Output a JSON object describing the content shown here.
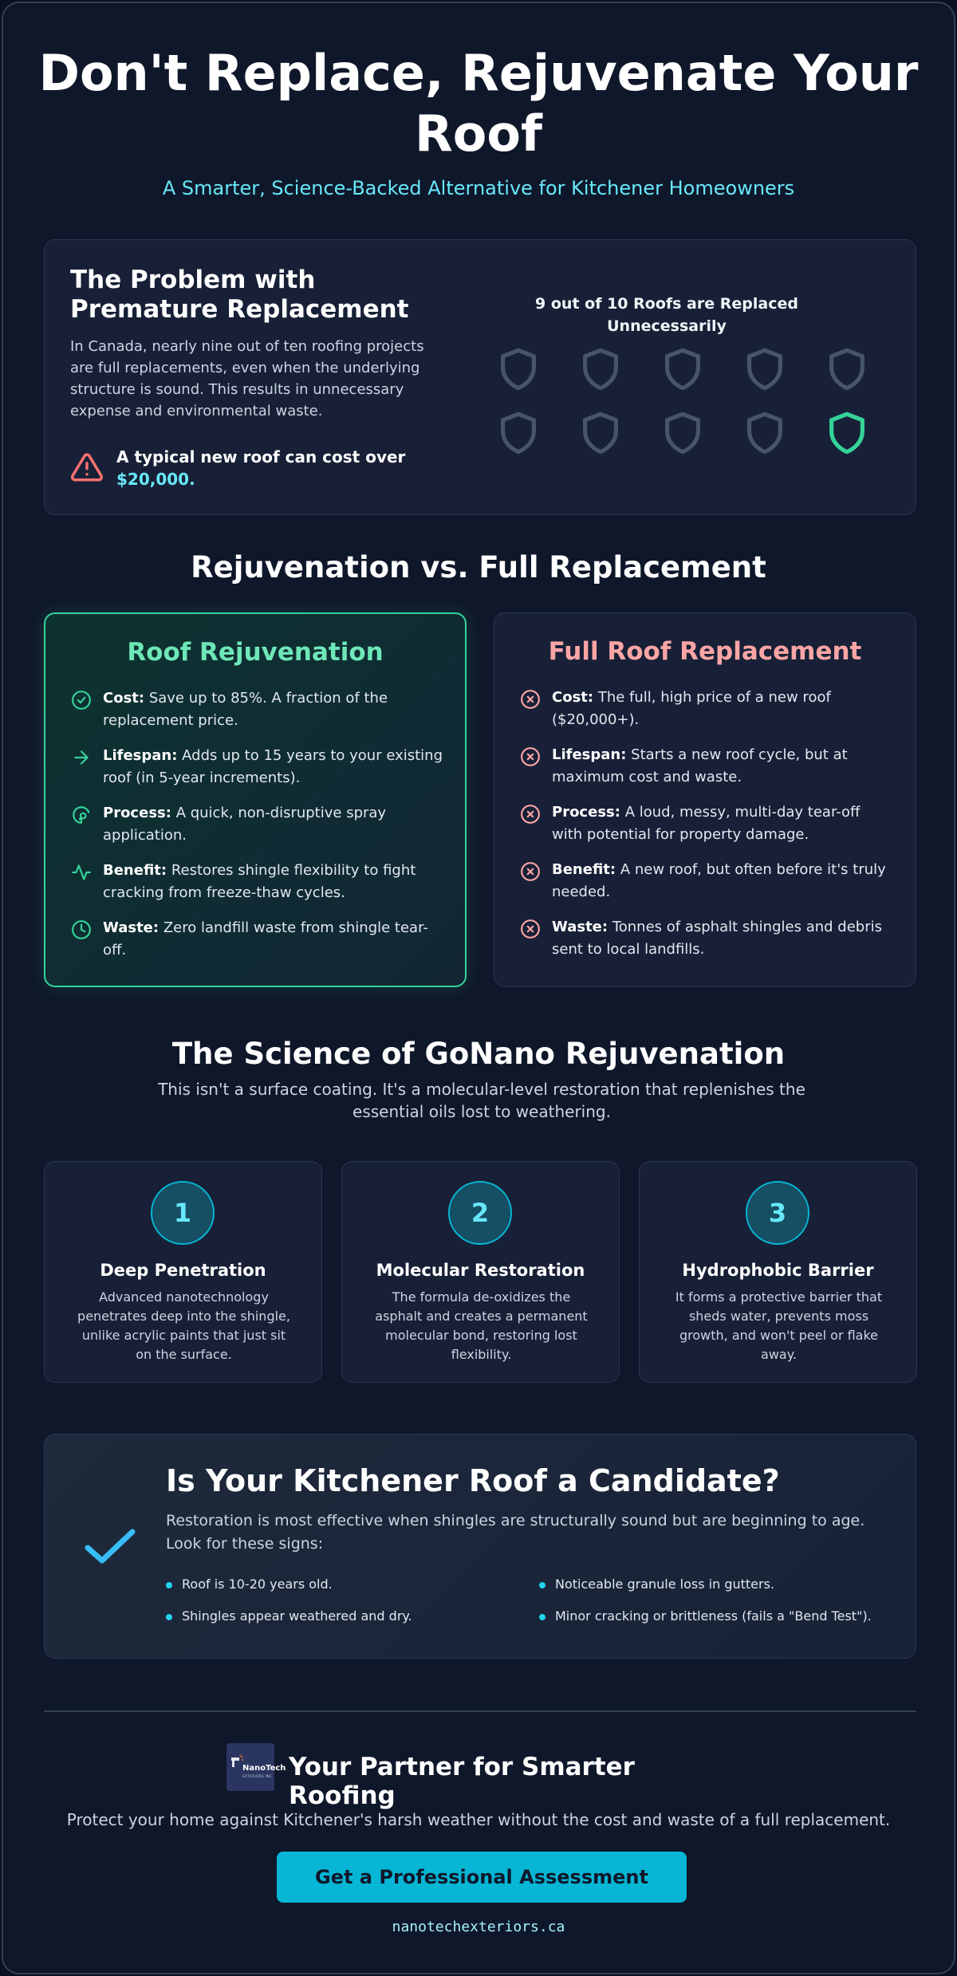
{
  "hero": {
    "title": "Don't Replace, Rejuvenate Your Roof",
    "subtitle": "A Smarter, Science-Backed Alternative for Kitchener Homeowners"
  },
  "problem": {
    "title": "The Problem with Premature Replacement",
    "paragraph": "In Canada, nearly nine out of ten roofing projects are full replacements, even when the underlying structure is sound. This results in unnecessary expense and environmental waste.",
    "warning_text": "A typical new roof can cost over",
    "warning_price": "$20,000.",
    "stat_title": "9 out of 10 Roofs are Replaced Unnecessarily",
    "stat_total": 10,
    "stat_highlighted": 1
  },
  "comparison": {
    "title": "Rejuvenation vs. Full Replacement",
    "rejuvenation": {
      "title": "Roof Rejuvenation",
      "items": [
        {
          "label": "Cost:",
          "text": "Save up to 85%. A fraction of the replacement price.",
          "icon": "check-circle-icon"
        },
        {
          "label": "Lifespan:",
          "text": "Adds up to 15 years to your existing roof (in 5-year increments).",
          "icon": "arrow-right-icon"
        },
        {
          "label": "Process:",
          "text": "A quick, non-disruptive spray application.",
          "icon": "spray-icon"
        },
        {
          "label": "Benefit:",
          "text": "Restores shingle flexibility to fight cracking from freeze-thaw cycles.",
          "icon": "pulse-icon"
        },
        {
          "label": "Waste:",
          "text": "Zero landfill waste from shingle tear-off.",
          "icon": "clock-icon"
        }
      ]
    },
    "replacement": {
      "title": "Full Roof Replacement",
      "items": [
        {
          "label": "Cost:",
          "text": "The full, high price of a new roof ($20,000+).",
          "icon": "x-circle-icon"
        },
        {
          "label": "Lifespan:",
          "text": "Starts a new roof cycle, but at maximum cost and waste.",
          "icon": "x-circle-icon"
        },
        {
          "label": "Process:",
          "text": "A loud, messy, multi-day tear-off with potential for property damage.",
          "icon": "x-circle-icon"
        },
        {
          "label": "Benefit:",
          "text": "A new roof, but often before it's truly needed.",
          "icon": "x-circle-icon"
        },
        {
          "label": "Waste:",
          "text": "Tonnes of asphalt shingles and debris sent to local landfills.",
          "icon": "x-circle-icon"
        }
      ]
    }
  },
  "science": {
    "title": "The Science of GoNano Rejuvenation",
    "subtitle": "This isn't a surface coating. It's a molecular-level restoration that replenishes the essential oils lost to weathering.",
    "steps": [
      {
        "number": "1",
        "title": "Deep Penetration",
        "text": "Advanced nanotechnology penetrates deep into the shingle, unlike acrylic paints that just sit on the surface."
      },
      {
        "number": "2",
        "title": "Molecular Restoration",
        "text": "The formula de-oxidizes the asphalt and creates a permanent molecular bond, restoring lost flexibility."
      },
      {
        "number": "3",
        "title": "Hydrophobic Barrier",
        "text": "It forms a protective barrier that sheds water, prevents moss growth, and won't peel or flake away."
      }
    ]
  },
  "candidate": {
    "title": "Is Your Kitchener Roof a Candidate?",
    "description": "Restoration is most effective when shingles are structurally sound but are beginning to age. Look for these signs:",
    "signs": [
      "Roof is 10-20 years old.",
      "Noticeable granule loss in gutters.",
      "Shingles appear weathered and dry.",
      "Minor cracking or brittleness (fails a \"Bend Test\")."
    ]
  },
  "footer": {
    "logo_text": "NanoTech",
    "logo_sub": "EXTERIORS INC",
    "title": "Your Partner for Smarter Roofing",
    "description": "Protect your home against Kitchener's harsh weather without the cost and waste of a full replacement.",
    "cta_label": "Get a Professional Assessment",
    "website": "nanotechexteriors.ca"
  },
  "colors": {
    "accent": "#06b6d4",
    "positive": "#34d399",
    "negative": "#fca5a5",
    "background": "#0f172a"
  }
}
